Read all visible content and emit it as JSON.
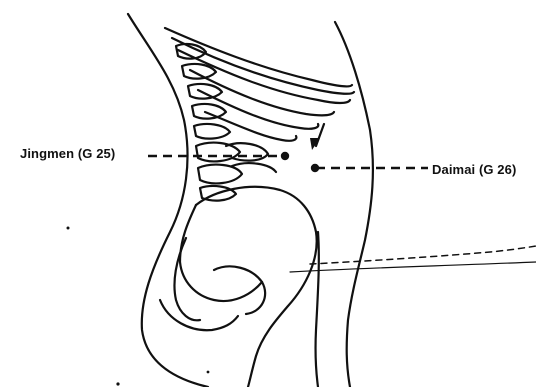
{
  "diagram": {
    "subject": "lateral-trunk-acupuncture-points",
    "points": [
      {
        "id": "jingmen",
        "label": "Jingmen (G 25)"
      },
      {
        "id": "daimai",
        "label": "Daimai (G 26)"
      }
    ],
    "colors": {
      "ink": "#111111",
      "background": "#ffffff"
    }
  }
}
